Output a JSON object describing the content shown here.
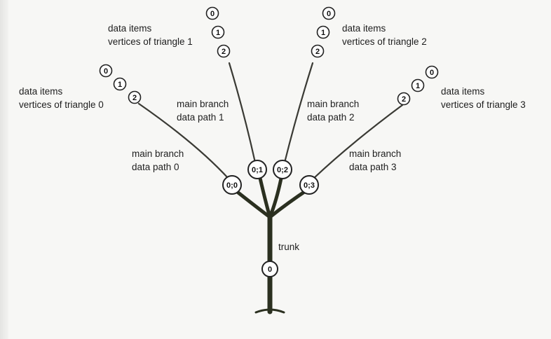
{
  "trunk": {
    "label": "trunk",
    "node": "0"
  },
  "branches": [
    {
      "node": "0;0",
      "label1": "main branch",
      "label2": "data path 0",
      "items_label1": "data items",
      "items_label2": "vertices of triangle 0",
      "items": [
        "0",
        "1",
        "2"
      ]
    },
    {
      "node": "0;1",
      "label1": "main branch",
      "label2": "data path 1",
      "items_label1": "data items",
      "items_label2": "vertices of triangle 1",
      "items": [
        "0",
        "1",
        "2"
      ]
    },
    {
      "node": "0;2",
      "label1": "main branch",
      "label2": "data path 2",
      "items_label1": "data items",
      "items_label2": "vertices of triangle 2",
      "items": [
        "0",
        "1",
        "2"
      ]
    },
    {
      "node": "0;3",
      "label1": "main branch",
      "label2": "data path 3",
      "items_label1": "data items",
      "items_label2": "vertices of triangle 3",
      "items": [
        "0",
        "1",
        "2"
      ]
    }
  ],
  "colors": {
    "trunk": "#2b3020",
    "line": "#3a3a34",
    "circle_fill": "#ffffff"
  }
}
